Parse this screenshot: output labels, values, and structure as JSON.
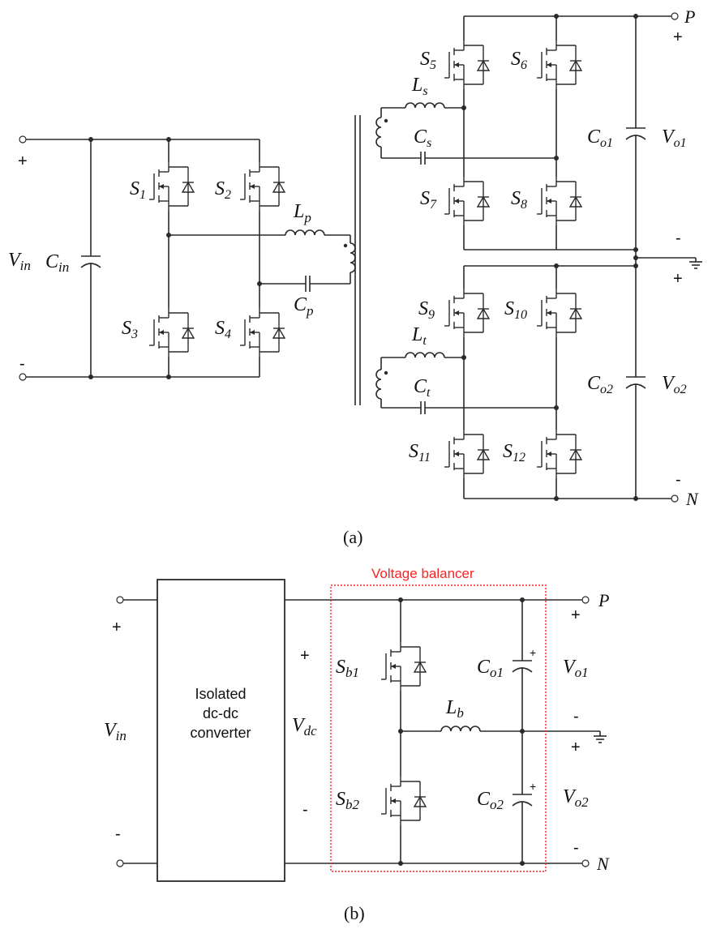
{
  "figure_a": {
    "caption": "(a)",
    "labels": {
      "vin_plus": "+",
      "vin_minus": "-",
      "vin": "V",
      "vin_sub": "in",
      "cin": "C",
      "cin_sub": "in",
      "s1": "S",
      "s1_sub": "1",
      "s2": "S",
      "s2_sub": "2",
      "s3": "S",
      "s3_sub": "3",
      "s4": "S",
      "s4_sub": "4",
      "lp": "L",
      "lp_sub": "p",
      "cp": "C",
      "cp_sub": "p",
      "ls": "L",
      "ls_sub": "s",
      "cs": "C",
      "cs_sub": "s",
      "lt": "L",
      "lt_sub": "t",
      "ct": "C",
      "ct_sub": "t",
      "s5": "S",
      "s5_sub": "5",
      "s6": "S",
      "s6_sub": "6",
      "s7": "S",
      "s7_sub": "7",
      "s8": "S",
      "s8_sub": "8",
      "s9": "S",
      "s9_sub": "9",
      "s10": "S",
      "s10_sub": "10",
      "s11": "S",
      "s11_sub": "11",
      "s12": "S",
      "s12_sub": "12",
      "co1": "C",
      "co1_sub": "o1",
      "vo1": "V",
      "vo1_sub": "o1",
      "co2": "C",
      "co2_sub": "o2",
      "vo2": "V",
      "vo2_sub": "o2",
      "p": "P",
      "n": "N",
      "p_plus": "+",
      "mid_minus": "-",
      "mid_plus": "+",
      "n_minus": "-"
    }
  },
  "figure_b": {
    "caption": "(b)",
    "balancer_title": "Voltage balancer",
    "box_lines": [
      "Isolated",
      "dc-dc",
      "converter"
    ],
    "labels": {
      "vin_plus": "+",
      "vin_minus": "-",
      "vin": "V",
      "vin_sub": "in",
      "vdc_plus": "+",
      "vdc_minus": "-",
      "vdc": "V",
      "vdc_sub": "dc",
      "sb1": "S",
      "sb1_sub": "b1",
      "sb2": "S",
      "sb2_sub": "b2",
      "lb": "L",
      "lb_sub": "b",
      "co1": "C",
      "co1_sub": "o1",
      "co2": "C",
      "co2_sub": "o2",
      "cap_plus": "+",
      "vo1": "V",
      "vo1_sub": "o1",
      "vo2": "V",
      "vo2_sub": "o2",
      "p": "P",
      "n": "N",
      "p_plus": "+",
      "mid_minus": "-",
      "mid_plus": "+",
      "n_minus": "-"
    }
  },
  "colors": {
    "wire": "#2a2a2a",
    "balancer_border": "#ff2020",
    "background": "#ffffff"
  }
}
